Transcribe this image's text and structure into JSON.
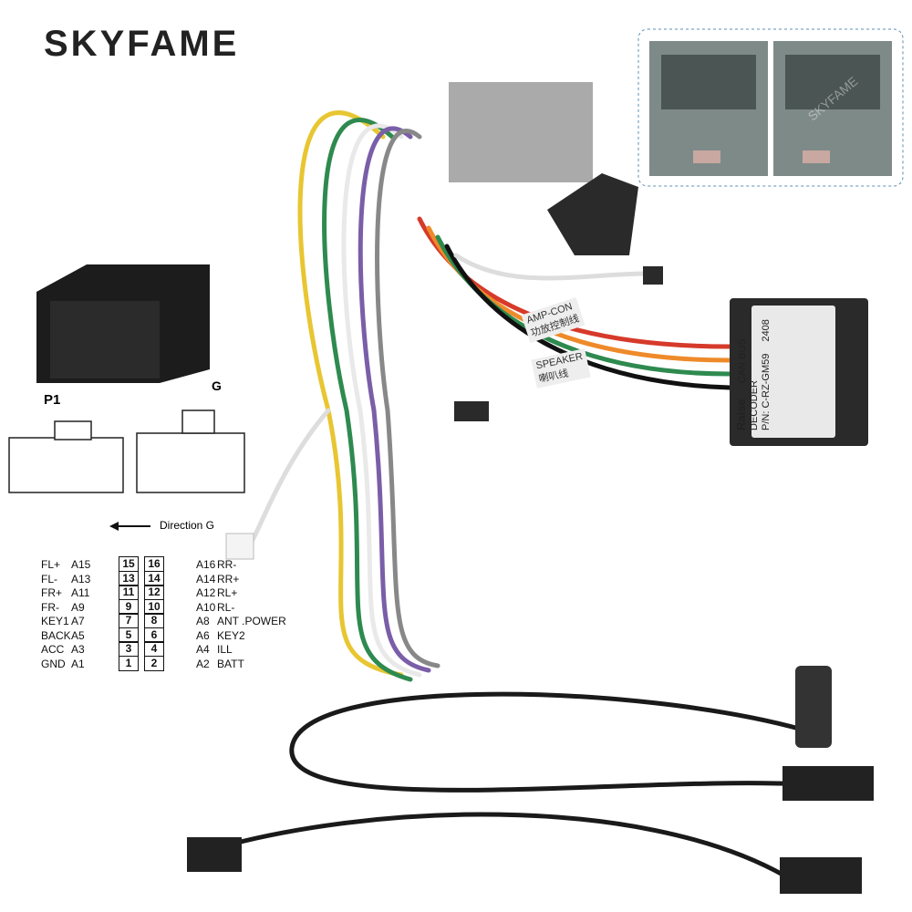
{
  "brand": {
    "logo_text": "SKYFAME"
  },
  "connector_diagram": {
    "p1_label": "P1",
    "g_label": "G",
    "direction_label": "Direction G",
    "pins": [
      {
        "left_name": "FL+",
        "left_code": "A15",
        "left_pin": "15",
        "right_pin": "16",
        "right_code": "A16",
        "right_name": "RR-"
      },
      {
        "left_name": "FL-",
        "left_code": "A13",
        "left_pin": "13",
        "right_pin": "14",
        "right_code": "A14",
        "right_name": "RR+"
      },
      {
        "left_name": "FR+",
        "left_code": "A11",
        "left_pin": "11",
        "right_pin": "12",
        "right_code": "A12",
        "right_name": "RL+"
      },
      {
        "left_name": "FR-",
        "left_code": "A9",
        "left_pin": "9",
        "right_pin": "10",
        "right_code": "A10",
        "right_name": "RL-"
      },
      {
        "left_name": "KEY1",
        "left_code": "A7",
        "left_pin": "7",
        "right_pin": "8",
        "right_code": "A8",
        "right_name": "ANT .POWER"
      },
      {
        "left_name": "BACK",
        "left_code": "A5",
        "left_pin": "5",
        "right_pin": "6",
        "right_code": "A6",
        "right_name": "KEY2"
      },
      {
        "left_name": "ACC",
        "left_code": "A3",
        "left_pin": "3",
        "right_pin": "4",
        "right_code": "A4",
        "right_name": "ILL"
      },
      {
        "left_name": "GND",
        "left_code": "A1",
        "left_pin": "1",
        "right_pin": "2",
        "right_code": "A2",
        "right_name": "BATT"
      }
    ]
  },
  "harness_tags": {
    "amp": "AMP-CON",
    "amp_cn": "功放控制线",
    "speaker": "SPEAKER",
    "speaker_cn": "喇叭线"
  },
  "decoder": {
    "brand": "Raise",
    "title": "CAN BUS DECODER",
    "part_number": "P/N: C-RZ-GM59",
    "code": "2408"
  },
  "watermark": "SKYFAME"
}
